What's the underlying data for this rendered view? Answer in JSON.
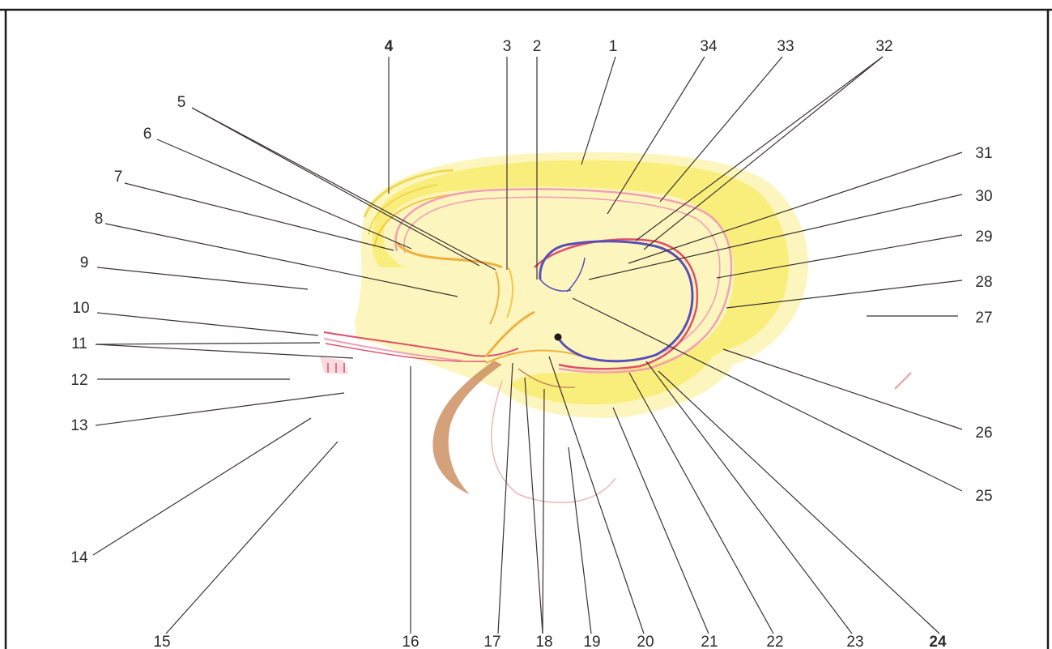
{
  "labels": {
    "l1": "1",
    "l2": "2",
    "l3": "3",
    "l4": "4",
    "l5": "5",
    "l6": "6",
    "l7": "7",
    "l8": "8",
    "l9": "9",
    "l10": "10",
    "l11": "11",
    "l12": "12",
    "l13": "13",
    "l14": "14",
    "l15": "15",
    "l16": "16",
    "l17": "17",
    "l18": "18",
    "l19": "19",
    "l20": "20",
    "l21": "21",
    "l22": "22",
    "l23": "23",
    "l24": "24",
    "l25": "25",
    "l26": "26",
    "l27": "27",
    "l28": "28",
    "l29": "29",
    "l30": "30",
    "l31": "31",
    "l32": "32",
    "l33": "33",
    "l34": "34"
  },
  "colors": {
    "frame": "#1a1a1a",
    "leader": "#3a3232",
    "yellow_tissue": "#f7ec6a",
    "yellow_light": "#fbf3a8",
    "red_membrane": "#e0506a",
    "pink_membrane": "#f2a0b4",
    "blue_vessel": "#5a4fb8",
    "brown_tissue": "#c98a5a",
    "orange": "#f0b040"
  }
}
